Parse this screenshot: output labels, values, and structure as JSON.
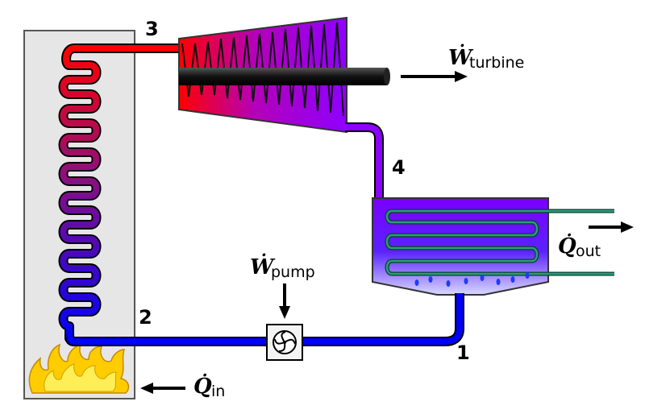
{
  "state_points": {
    "p1": "1",
    "p2": "2",
    "p3": "3",
    "p4": "4"
  },
  "energy_flows": {
    "turbine": {
      "symbol": "Ẇ",
      "subscript": "turbine"
    },
    "pump": {
      "symbol": "Ẇ",
      "subscript": "pump"
    },
    "heat_in": {
      "symbol": "Q̇",
      "subscript": "in"
    },
    "heat_out": {
      "symbol": "Q̇",
      "subscript": "out"
    }
  },
  "colors": {
    "hot": "#ff0000",
    "mid": "#8e00ff",
    "cold": "#0000ff",
    "condenser_tube": "#2a9d7a",
    "boiler_box": "#e6e6e6",
    "flame_outer": "#ffcc00",
    "flame_inner": "#ffee55"
  }
}
